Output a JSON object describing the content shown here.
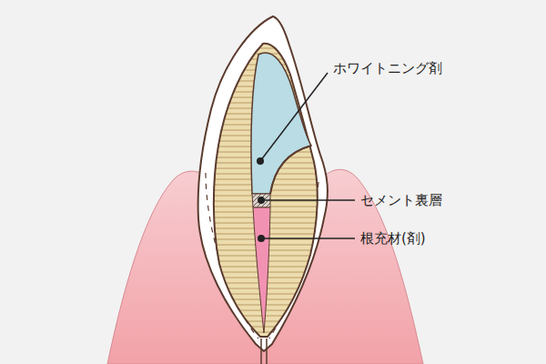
{
  "diagram": {
    "labels": [
      "ホワイトニング剤",
      "セメント裏層",
      "根充材(剤)"
    ]
  }
}
